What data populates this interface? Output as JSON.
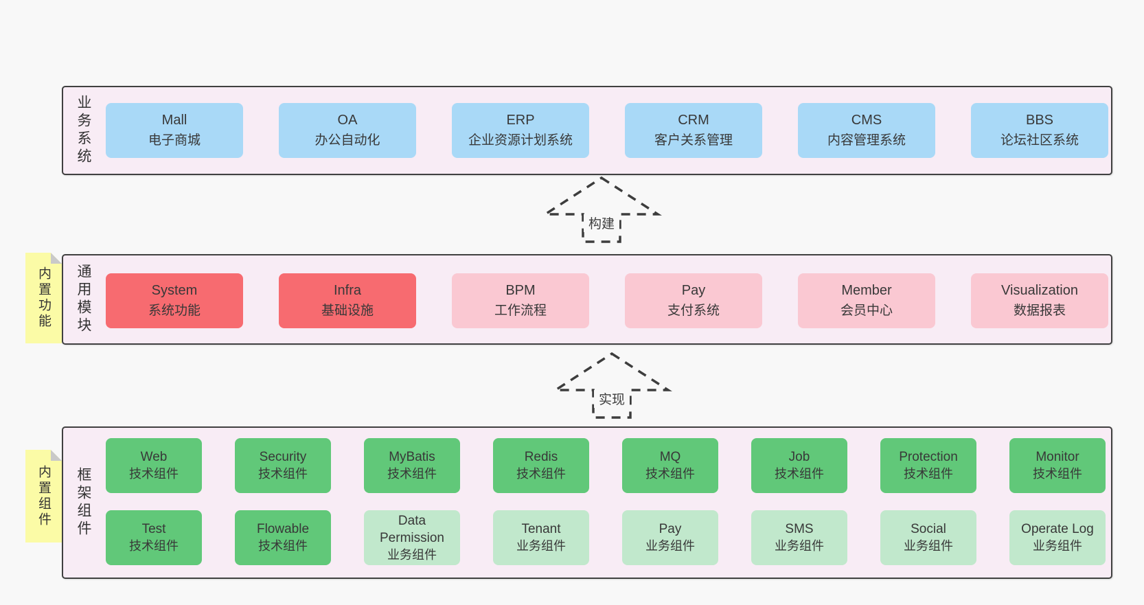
{
  "colors": {
    "page_bg": "#f8f8f8",
    "panel_bg": "#f8ecf5",
    "panel_border": "#404040",
    "node_blue": "#a9d9f7",
    "node_red": "#f76b70",
    "node_pink": "#fac8d2",
    "node_green_dark": "#61c879",
    "node_green_light": "#c1e8cc",
    "sticky_yellow": "#fbfba6",
    "sticky_fold": "#c9c9c9",
    "text": "#383838"
  },
  "sections": [
    {
      "label": "业务系统",
      "rows": [
        [
          {
            "en": "Mall",
            "zh": "电子商城"
          },
          {
            "en": "OA",
            "zh": "办公自动化"
          },
          {
            "en": "ERP",
            "zh": "企业资源计划系统"
          },
          {
            "en": "CRM",
            "zh": "客户关系管理"
          },
          {
            "en": "CMS",
            "zh": "内容管理系统"
          },
          {
            "en": "BBS",
            "zh": "论坛社区系统"
          }
        ]
      ]
    },
    {
      "label": "通用模块",
      "sticky": "内置功能",
      "rows": [
        [
          {
            "en": "System",
            "zh": "系统功能"
          },
          {
            "en": "Infra",
            "zh": "基础设施"
          },
          {
            "en": "BPM",
            "zh": "工作流程"
          },
          {
            "en": "Pay",
            "zh": "支付系统"
          },
          {
            "en": "Member",
            "zh": "会员中心"
          },
          {
            "en": "Visualization",
            "zh": "数据报表"
          }
        ]
      ]
    },
    {
      "label": "框架组件",
      "sticky": "内置组件",
      "rows": [
        [
          {
            "en": "Web",
            "zh": "技术组件"
          },
          {
            "en": "Security",
            "zh": "技术组件"
          },
          {
            "en": "MyBatis",
            "zh": "技术组件"
          },
          {
            "en": "Redis",
            "zh": "技术组件"
          },
          {
            "en": "MQ",
            "zh": "技术组件"
          },
          {
            "en": "Job",
            "zh": "技术组件"
          },
          {
            "en": "Protection",
            "zh": "技术组件"
          },
          {
            "en": "Monitor",
            "zh": "技术组件"
          }
        ],
        [
          {
            "en": "Test",
            "zh": "技术组件"
          },
          {
            "en": "Flowable",
            "zh": "技术组件"
          },
          {
            "en": "Data Permission",
            "zh": "业务组件"
          },
          {
            "en": "Tenant",
            "zh": "业务组件"
          },
          {
            "en": "Pay",
            "zh": "业务组件"
          },
          {
            "en": "SMS",
            "zh": "业务组件"
          },
          {
            "en": "Social",
            "zh": "业务组件"
          },
          {
            "en": "Operate Log",
            "zh": "业务组件"
          }
        ]
      ]
    }
  ],
  "arrows": [
    {
      "label": "构建"
    },
    {
      "label": "实现"
    }
  ]
}
